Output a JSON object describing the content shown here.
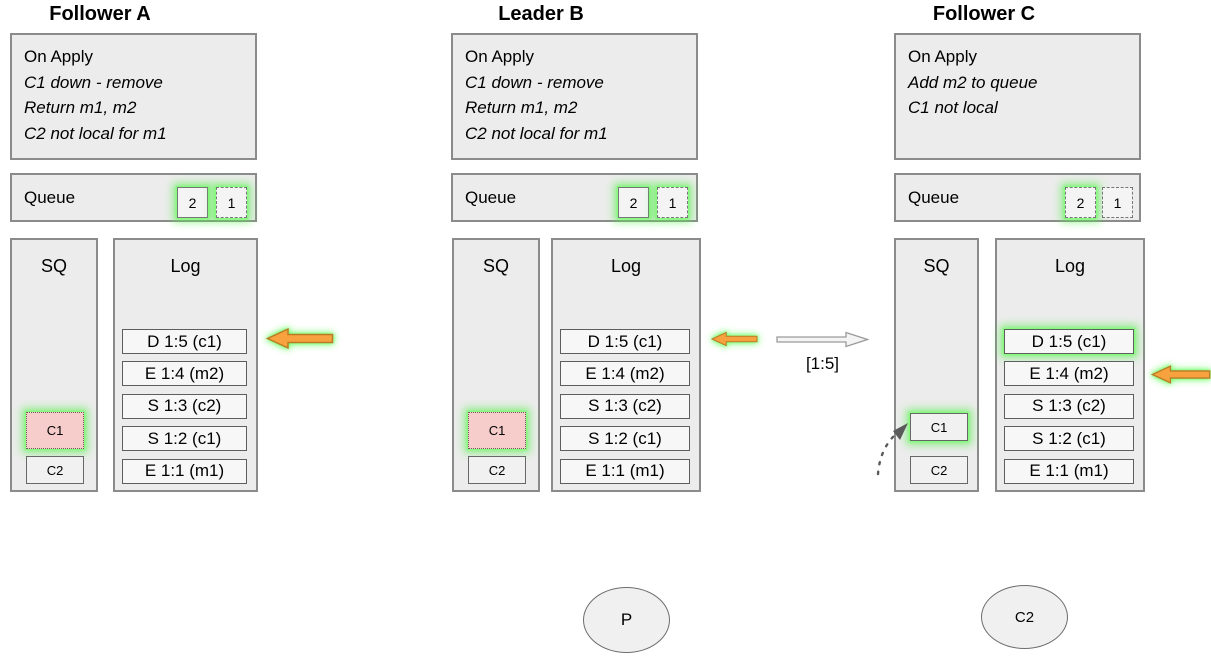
{
  "nodes": [
    {
      "title": "Follower A",
      "on_apply": {
        "header": "On Apply",
        "lines": [
          "C1 down - remove",
          "Return m1, m2",
          "C2 not local for m1"
        ]
      },
      "queue": {
        "label": "Queue",
        "items": [
          {
            "label": "2"
          },
          {
            "label": "1"
          }
        ]
      },
      "sq": {
        "label": "SQ",
        "items": [
          {
            "label": "C1"
          },
          {
            "label": "C2"
          }
        ]
      },
      "log": {
        "label": "Log",
        "entries": [
          {
            "text": "D 1:5 (c1)"
          },
          {
            "text": "E 1:4 (m2)"
          },
          {
            "text": "S 1:3 (c2)"
          },
          {
            "text": "S 1:2 (c1)"
          },
          {
            "text": "E 1:1 (m1)"
          }
        ]
      }
    },
    {
      "title": "Leader B",
      "on_apply": {
        "header": "On Apply",
        "lines": [
          "C1 down - remove",
          "Return m1, m2",
          "C2 not local for m1"
        ]
      },
      "queue": {
        "label": "Queue",
        "items": [
          {
            "label": "2"
          },
          {
            "label": "1"
          }
        ]
      },
      "sq": {
        "label": "SQ",
        "items": [
          {
            "label": "C1"
          },
          {
            "label": "C2"
          }
        ]
      },
      "log": {
        "label": "Log",
        "entries": [
          {
            "text": "D 1:5 (c1)"
          },
          {
            "text": "E 1:4 (m2)"
          },
          {
            "text": "S 1:3 (c2)"
          },
          {
            "text": "S 1:2 (c1)"
          },
          {
            "text": "E 1:1 (m1)"
          }
        ]
      }
    },
    {
      "title": "Follower C",
      "on_apply": {
        "header": "On Apply",
        "lines": [
          "Add m2 to queue",
          "C1 not local"
        ]
      },
      "queue": {
        "label": "Queue",
        "items": [
          {
            "label": "2"
          },
          {
            "label": "1"
          }
        ]
      },
      "sq": {
        "label": "SQ",
        "items": [
          {
            "label": "C1"
          },
          {
            "label": "C2"
          }
        ]
      },
      "log": {
        "label": "Log",
        "entries": [
          {
            "text": "D 1:5 (c1)"
          },
          {
            "text": "E 1:4 (m2)"
          },
          {
            "text": "S 1:3 (c2)"
          },
          {
            "text": "S 1:2 (c1)"
          },
          {
            "text": "E 1:1 (m1)"
          }
        ]
      }
    }
  ],
  "replication": {
    "label": "[1:5]"
  },
  "processes": [
    {
      "label": "P"
    },
    {
      "label": "C2"
    }
  ],
  "colors": {
    "arrow_orange": "#f7a23f",
    "arrow_orange_stroke": "#b97c24",
    "pink_fill": "#f7cdcb",
    "glow_green": "#63ff63",
    "panel_gray": "#ececec"
  }
}
